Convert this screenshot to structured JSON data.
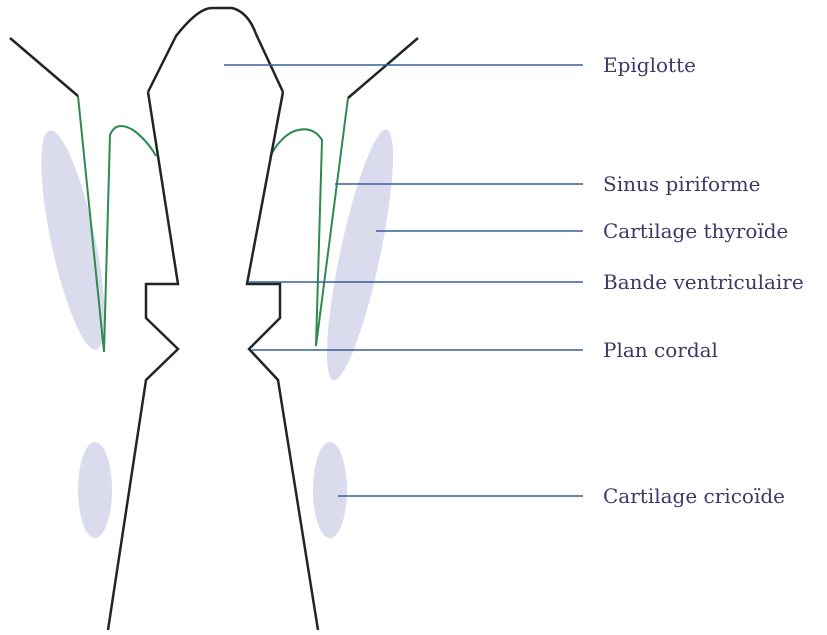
{
  "labels": {
    "epiglotte": "Epiglotte",
    "sinus_piriforme": "Sinus piriforme",
    "cartilage_thyroide": "Cartilage thyroïde",
    "bande_ventriculaire": "Bande ventriculaire",
    "plan_cordal": "Plan cordal",
    "cartilage_cricoide": "Cartilage cricoïde"
  },
  "colors": {
    "outline": "#1f2626",
    "mucosa_line": "#2e8a4e",
    "cartilage_fill": "#dadcee",
    "leader_line": "#3a5d9c",
    "label_text": "#3a3a66"
  }
}
